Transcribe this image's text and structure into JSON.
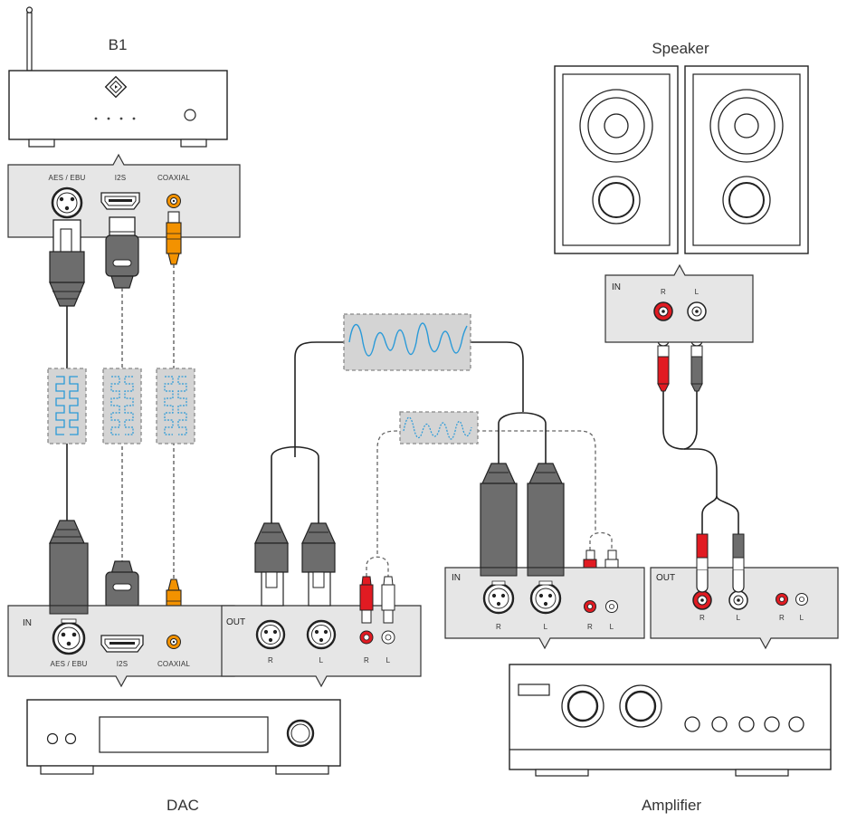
{
  "devices": {
    "b1": "B1",
    "speaker": "Speaker",
    "dac": "DAC",
    "amplifier": "Amplifier"
  },
  "b1_panel": {
    "aes": "AES / EBU",
    "i2s": "I2S",
    "coaxial": "COAXIAL"
  },
  "dac_panel": {
    "in": "IN",
    "aes": "AES / EBU",
    "i2s": "I2S",
    "coaxial": "COAXIAL"
  },
  "dac_out_panel": {
    "out": "OUT",
    "xlr_r": "R",
    "xlr_l": "L",
    "rca_r": "R",
    "rca_l": "L"
  },
  "amp_in_panel": {
    "in": "IN",
    "xlr_r": "R",
    "xlr_l": "L",
    "rca_r": "R",
    "rca_l": "L"
  },
  "amp_out_panel": {
    "out": "OUT",
    "spk_r": "R",
    "spk_l": "L",
    "rca_r": "R",
    "rca_l": "L"
  },
  "speaker_panel": {
    "in": "IN",
    "r": "R",
    "l": "L"
  },
  "colors": {
    "wave": "#2a9ad8",
    "cable_red": "#e11b22",
    "coax_orange": "#f39200",
    "panel": "#e6e6e6",
    "plug": "#6d6d6d",
    "box": "#d9d9d9"
  }
}
